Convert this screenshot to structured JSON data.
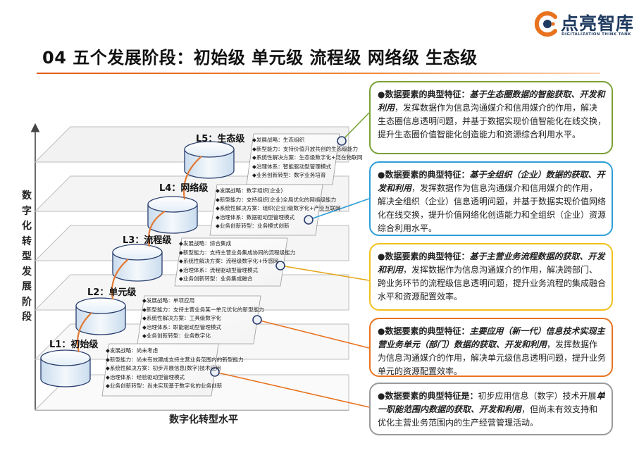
{
  "brand": {
    "name": "点亮智库",
    "tagline": "DIGITALIZATION THINK TANK",
    "colors": {
      "orange": "#e8731f",
      "navy": "#1f3a5f"
    }
  },
  "title": "04 五个发展阶段：初始级  单元级  流程级  网络级  生态级",
  "axes": {
    "y_label": "数字化转型发展阶段",
    "x_label": "数字化转型水平"
  },
  "stages": [
    {
      "label": "L1：初始级",
      "items": [
        "◆发展战略：尚未考虑",
        "◆新型能力：尚未有效建成支持主营业务范围内的新型能力",
        "◆系统性解决方案：初步开展信息(数字)技术应用",
        "◆治理体系：经验驱动型管理模式",
        "◆业务创新转型：尚未实现基于数字化的业务创新"
      ]
    },
    {
      "label": "L2：单元级",
      "items": [
        "◆发展战略：单项应用",
        "◆新型能力：支持主营业务某一单元优化的新型能力",
        "◆系统性解决方案：工具级数字化",
        "◆治理体系：职能驱动型管理模式",
        "◆业务创新转型：业务数字化"
      ]
    },
    {
      "label": "L3：流程级",
      "items": [
        "◆发展战略：综合集成",
        "◆新型能力：支持主营业务集成协同的流程级能力",
        "◆系统性解决方案：流程级数字化+传感网",
        "◆治理体系：流程驱动型管理模式",
        "◆业务创新转型：业务集成融合"
      ]
    },
    {
      "label": "L4：网络级",
      "items": [
        "◆发展战略：数字组织(企业)",
        "◆新型能力：支持组织(企业)全局优化的网络级能力",
        "◆系统性解决方案：组织(企业)级数字化+产业互联网",
        "◆治理体系：数据驱动型管理模式",
        "◆业务创新转型：业务模式创新"
      ]
    },
    {
      "label": "L5：生态级",
      "items": [
        "◆发展战略：生态组织",
        "◆新型能力：支持价值开放共创的生态级能力",
        "◆系统性解决方案：生态级数字化+泛在物联网",
        "◆治理体系：智能驱动型管理模式",
        "◆业务创新转型：数字业务培育"
      ]
    }
  ],
  "feature_boxes": [
    {
      "id": "l5",
      "color": "#7aa238",
      "lead": "●数据要素的典型特征：",
      "em": "基于生态圈数据的智能获取、开发和利用",
      "rest": "，发挥数据作为信息沟通媒介和信用媒介的作用，解决生态圈信息透明问题，并基于数据实现价值智能化在线交换，提升生态圈价值智能化创造能力和资源综合利用水平。"
    },
    {
      "id": "l4",
      "color": "#2d9fd8",
      "lead": "●数据要素的典型特征：",
      "em": "基于全组织（企业）数据的获取、开发和利用",
      "rest": "，发挥数据作为信息沟通媒介和信用媒介的作用，解决全组织（企业）信息透明问题，并基于数据实现价值网络化在线交换，提升价值网络化创造能力和全组织（企业）资源综合利用水平。"
    },
    {
      "id": "l3",
      "color": "#f2c01d",
      "lead": "●数据要素的典型特征：",
      "em": "基于主营业务流程数据的获取、开发和利用",
      "rest": "，发挥数据作为信息沟通媒介的作用，解决跨部门、跨业务环节的流程级信息透明问题，提升业务流程的集成融合水平和资源配置效率。"
    },
    {
      "id": "l2",
      "color": "#e8731f",
      "lead": "●数据要素的典型特征：",
      "em": "主要应用（新一代）信息技术实现主营业务单元（部门）数据的获取、开发和利用",
      "rest": "，发挥数据作为信息沟通媒介的作用，解决单元级信息透明问题，提升业务单元的资源配置效率。"
    },
    {
      "id": "l1",
      "color": "#9a9a9a",
      "lead": "●数据要素的典型特征是：",
      "em_prefix": "初步应用信息（数字）技术开展",
      "em": "单一职能范围内数据的获取、开发和利用",
      "rest": "，但尚未有效支持和优化主营业务范围内的生产经营管理活动。"
    }
  ]
}
